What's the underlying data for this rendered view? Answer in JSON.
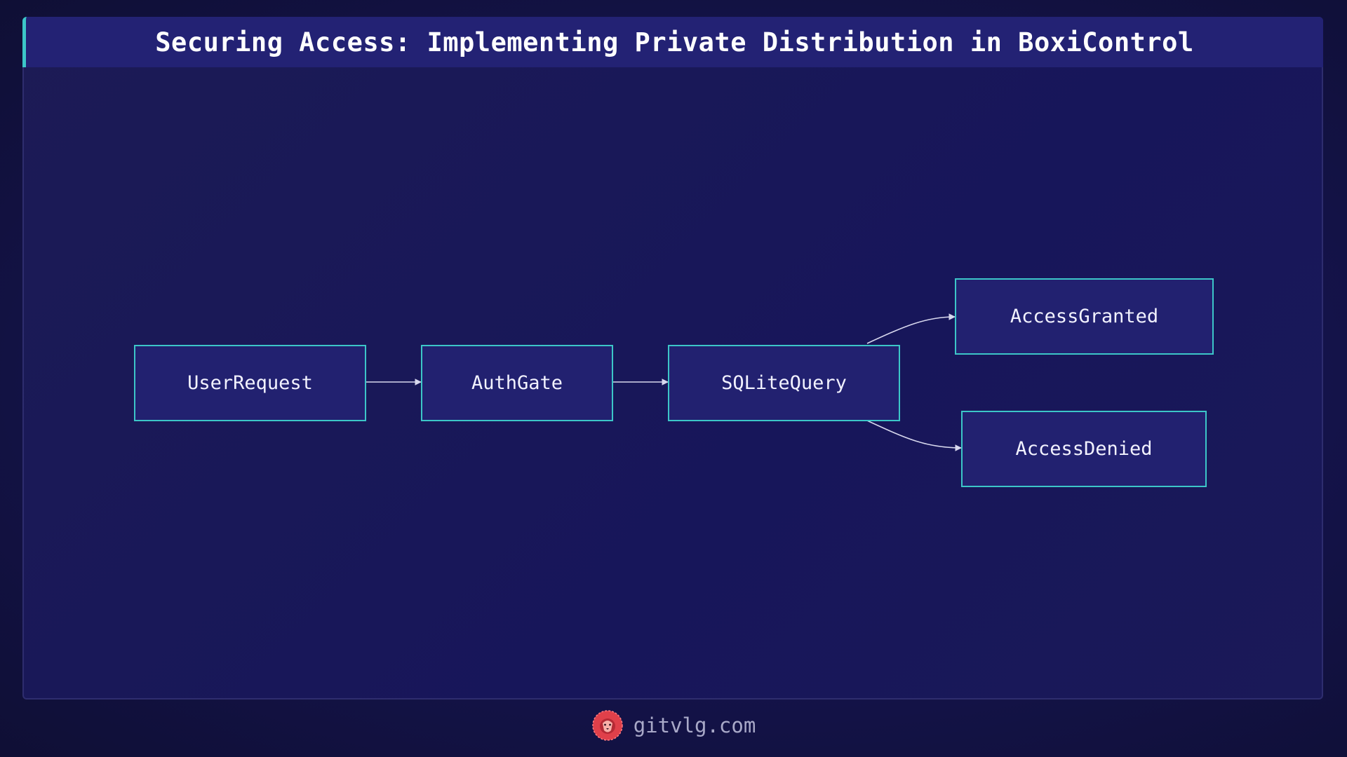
{
  "title": "Securing Access: Implementing Private Distribution in BoxiControl",
  "nodes": {
    "user_request": "UserRequest",
    "auth_gate": "AuthGate",
    "sqlite_query": "SQLiteQuery",
    "access_granted": "AccessGranted",
    "access_denied": "AccessDenied"
  },
  "edges": [
    [
      "UserRequest",
      "AuthGate"
    ],
    [
      "AuthGate",
      "SQLiteQuery"
    ],
    [
      "SQLiteQuery",
      "AccessGranted"
    ],
    [
      "SQLiteQuery",
      "AccessDenied"
    ]
  ],
  "footer": {
    "site": "gitvlg.com",
    "logo_icon": "lion-head-icon"
  },
  "colors": {
    "accent": "#3cc6c8",
    "node_fill": "#222170",
    "logo": "#e0404a"
  }
}
